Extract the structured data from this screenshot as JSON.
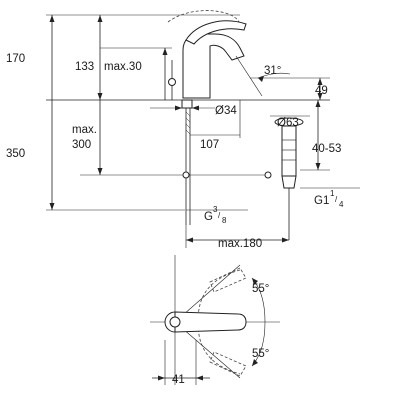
{
  "drawing": {
    "side_view": {
      "total_height": "350",
      "spout_top": "170",
      "lever_travel_a": "133",
      "lever_travel_b": "max.30",
      "spout_angle": "31°",
      "spout_height": "49",
      "mount_max": "max.",
      "mount_max_value": "300",
      "hole_diameter": "Ø34",
      "spout_reach": "107",
      "drain_diameter": "Ø63",
      "drain_range": "40-53",
      "drain_thread_base": "G1",
      "drain_thread_num": "1",
      "drain_thread_den": "4",
      "inlet_thread_base": "G",
      "inlet_thread_num": "3",
      "inlet_thread_den": "8",
      "inlet_reach": "max.180"
    },
    "top_view": {
      "angle_top": "55°",
      "angle_bottom": "55°",
      "lever_offset": "41"
    }
  }
}
